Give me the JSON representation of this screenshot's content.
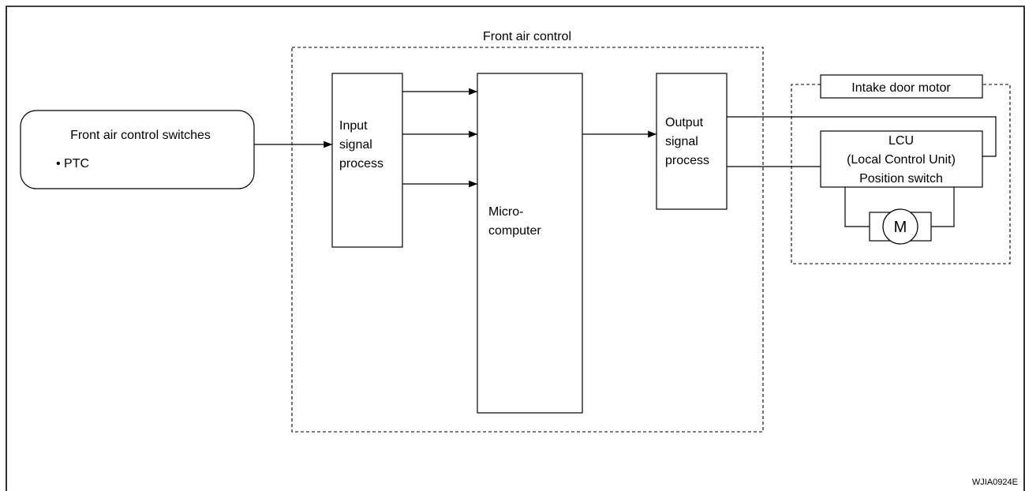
{
  "front_air_control": {
    "label": "Front air control"
  },
  "switches": {
    "title": "Front air control switches",
    "items": [
      "• PTC"
    ]
  },
  "input_block": {
    "lines": [
      "Input",
      "signal",
      "process"
    ]
  },
  "micro_block": {
    "lines": [
      "Micro-",
      "computer"
    ]
  },
  "output_block": {
    "lines": [
      "Output",
      "signal",
      "process"
    ]
  },
  "intake_door_motor": {
    "label": "Intake door motor",
    "lcu_lines": [
      "LCU",
      "(Local  Control  Unit)",
      "Position  switch"
    ],
    "motor_label": "M"
  },
  "figure_id": "WJIA0924E"
}
